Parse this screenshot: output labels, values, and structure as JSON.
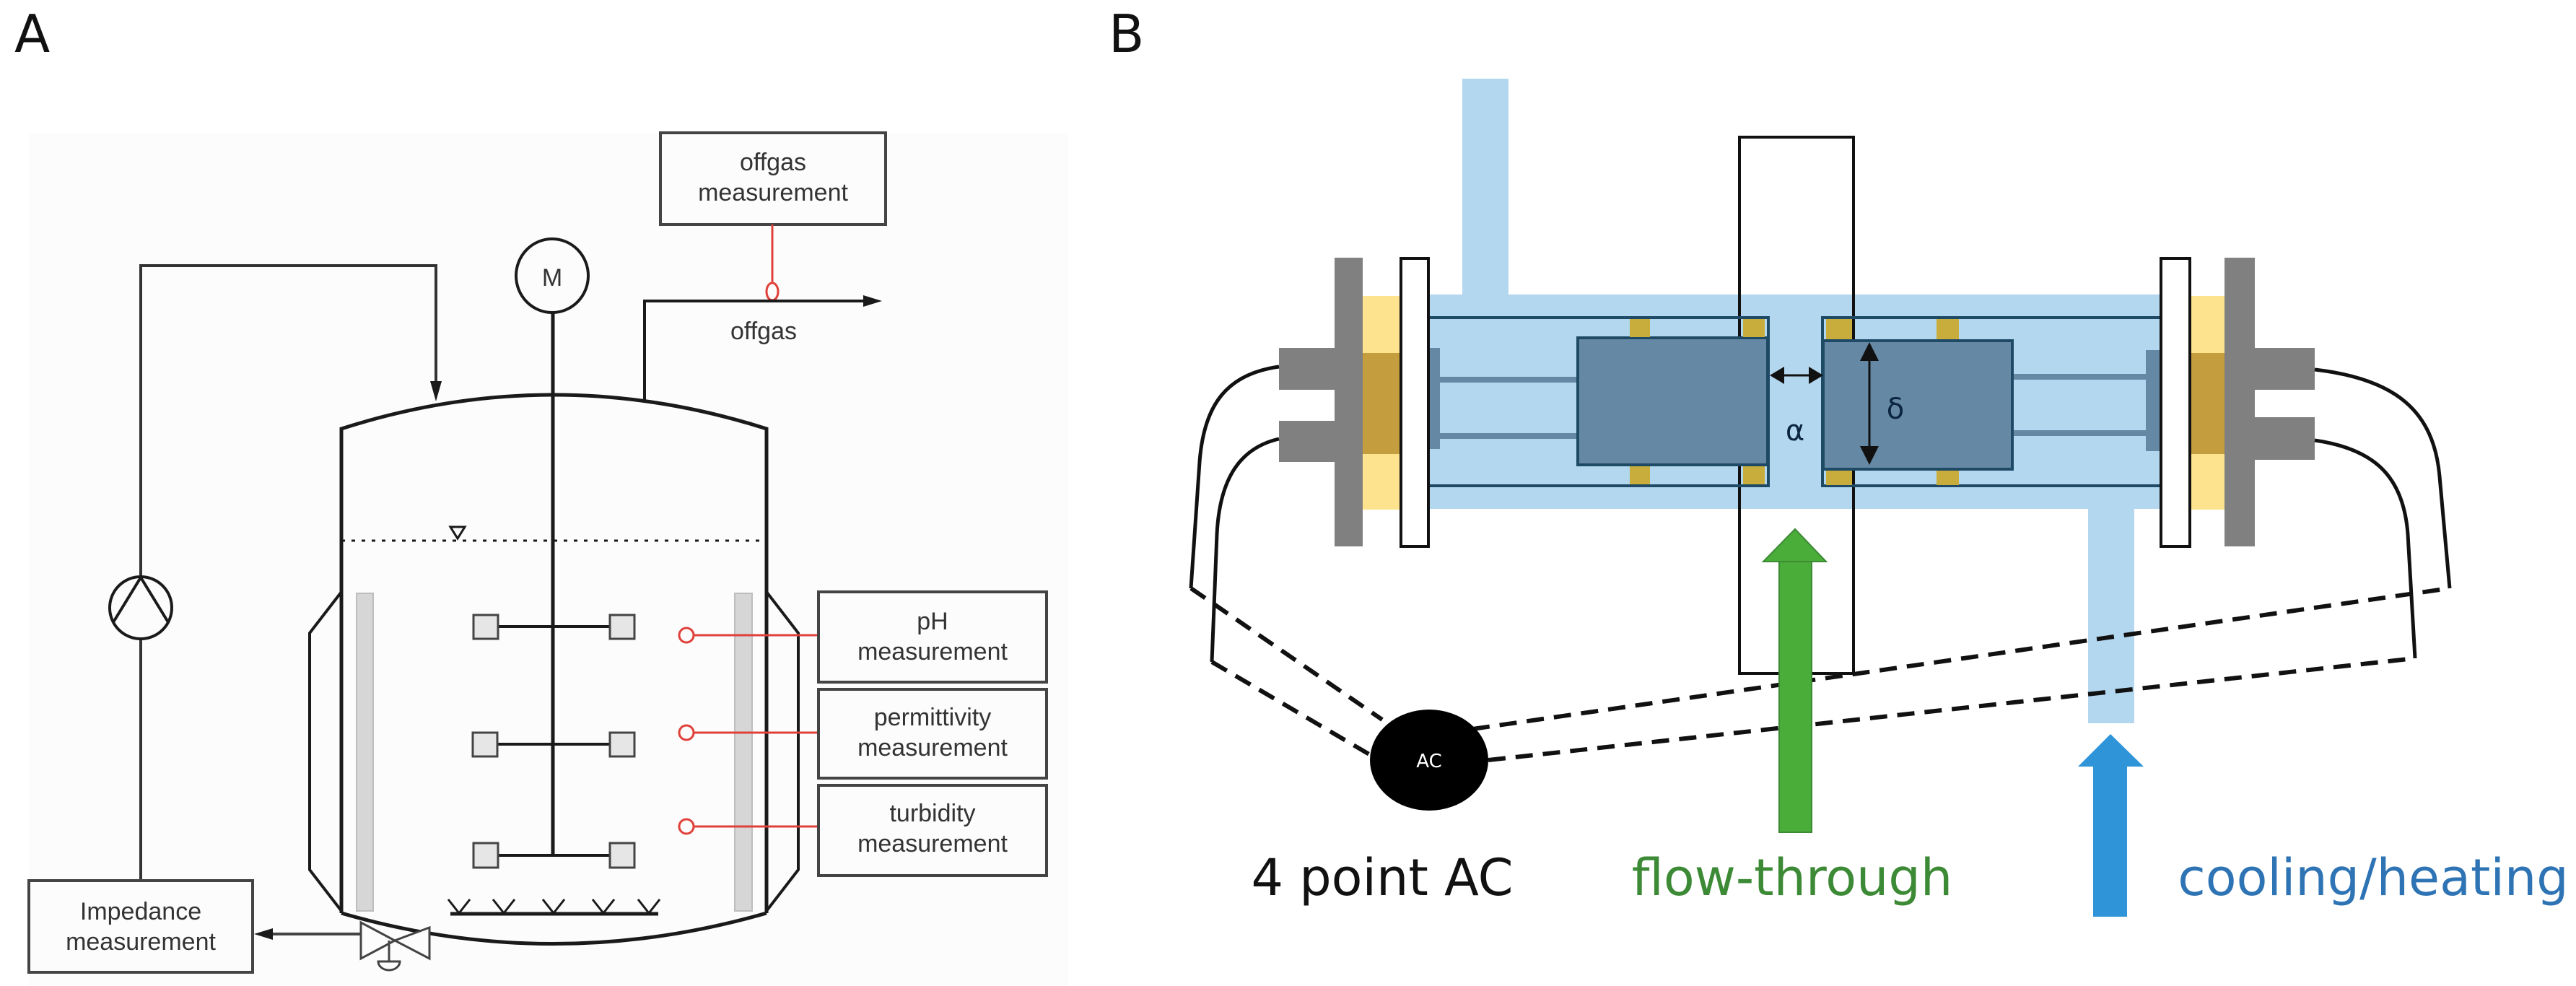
{
  "panels": {
    "A": {
      "label": "A",
      "title": "stirred-tank bioreactor schematic",
      "motor_label": "M",
      "offgas_box": [
        "offgas",
        "measurement"
      ],
      "offgas_stream_label": "offgas",
      "probe_boxes": [
        {
          "lines": [
            "pH",
            "measurement"
          ]
        },
        {
          "lines": [
            "permittivity",
            "measurement"
          ]
        },
        {
          "lines": [
            "turbidity",
            "measurement"
          ]
        }
      ],
      "impedance_box": [
        "Impedance",
        "measurement"
      ],
      "colors": {
        "line": "#1a1a1a",
        "probe": "#e0403a",
        "baffle": "#d6d6d6",
        "impeller": "#e6e6e6",
        "box_border": "#444444",
        "background": "#fcfcfc"
      }
    },
    "B": {
      "label": "B",
      "title": "flow-through impedance cell",
      "gap_symbol": "α",
      "electrode_symbol": "δ",
      "ac_source_label": "AC",
      "caption_ac": "4 point AC",
      "caption_flow": "flow-through",
      "caption_thermal": "cooling/heating",
      "colors": {
        "water": "#b3d7ee",
        "electrode": "#6589a5",
        "electrode_border": "#1f4a66",
        "gasket": "#c9ad3c",
        "seal_light": "#fee38f",
        "seal_dark": "#c39d3e",
        "clamp": "#808080",
        "flow_arrow": "#4aad3a",
        "flow_text": "#3d8a36",
        "thermal_arrow": "#2f95d8",
        "thermal_text": "#2e74b5"
      }
    }
  }
}
